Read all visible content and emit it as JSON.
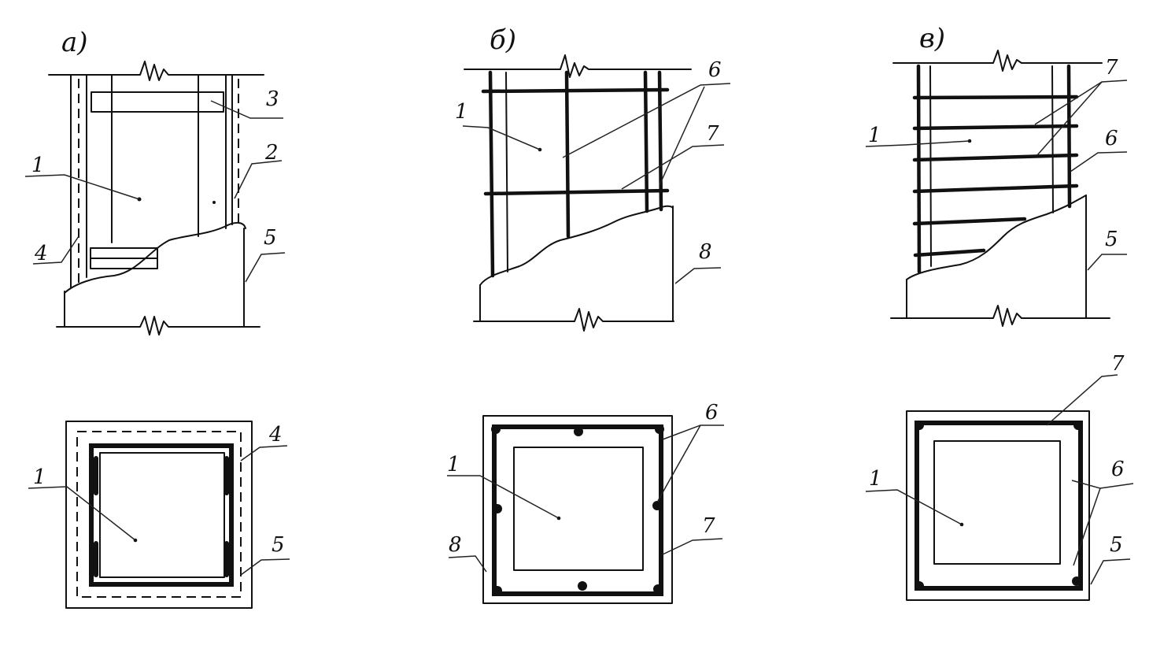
{
  "panels": [
    {
      "id": "a",
      "label": "а)"
    },
    {
      "id": "b",
      "label": "б)"
    },
    {
      "id": "v",
      "label": "в)"
    }
  ],
  "callouts": {
    "a_elev": [
      "1",
      "2",
      "3",
      "4",
      "5"
    ],
    "b_elev": [
      "1",
      "6",
      "7",
      "8"
    ],
    "v_elev": [
      "1",
      "7",
      "6",
      "5"
    ],
    "a_plan": [
      "1",
      "4",
      "5"
    ],
    "b_plan": [
      "1",
      "6",
      "7",
      "8"
    ],
    "v_plan": [
      "1",
      "7",
      "6",
      "5"
    ]
  },
  "colors": {
    "ink": "#111111",
    "paper": "#ffffff",
    "hatch": "#666666"
  }
}
